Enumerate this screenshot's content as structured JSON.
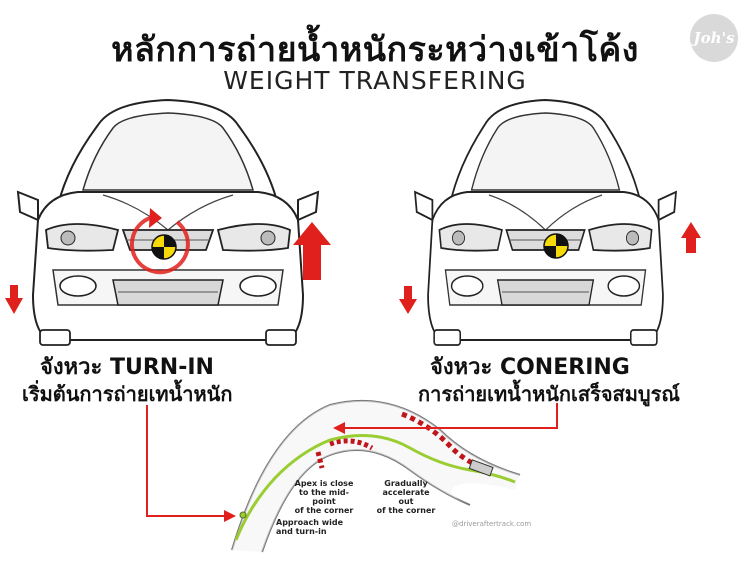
{
  "title": {
    "thai": "หลักการถ่ายน้ำหนักระหว่างเข้าโค้ง",
    "english": "WEIGHT TRANSFERING"
  },
  "logo": {
    "text": "Joh's"
  },
  "phases": [
    {
      "label": "จังหวะ TURN-IN",
      "description": "เริ่มต้นการถ่ายเทน้ำหนัก"
    },
    {
      "label": "จังหวะ CONERING",
      "description": "การถ่ายเทน้ำหนักเสร็จสมบูรณ์"
    }
  ],
  "track": {
    "annotations": {
      "apex": [
        "Apex is close",
        "to the mid-point",
        "of the corner"
      ],
      "accelerate": [
        "Gradually",
        "accelerate out",
        "of the corner"
      ],
      "approach": [
        "Approach wide",
        "and turn-in"
      ]
    },
    "watermark": "@driveraftertrack.com"
  },
  "colors": {
    "arrow_red": "#e0201c",
    "racing_line": "#9acd32",
    "kerb_red": "#c0151a",
    "cg_yellow": "#f5d90a"
  }
}
